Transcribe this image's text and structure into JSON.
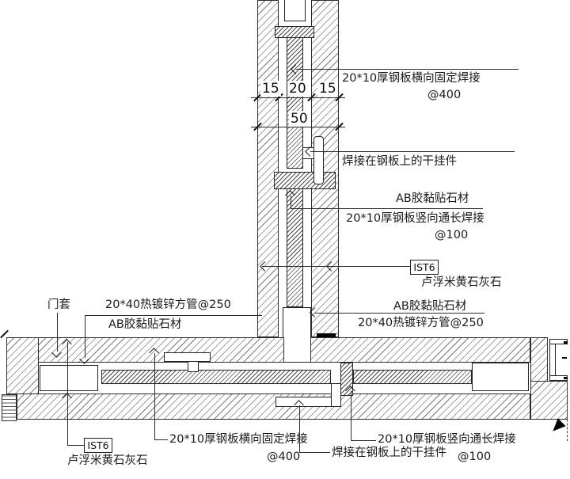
{
  "colors": {
    "line": "#2c2c2c",
    "hatch": "#7a7a7a",
    "text": "#1a1a1a",
    "background": "#ffffff"
  },
  "dims": {
    "d15a": "15",
    "d20": "20",
    "d15b": "15",
    "d50": "50"
  },
  "right": {
    "weld_h1": "20*10厚钢板横向固定焊接",
    "weld_h2": "@400",
    "hanger": "焊接在钢板上的干挂件",
    "ab1": "AB胶黏贴石材",
    "weld_v1": "20*10厚钢板竖向通长焊接",
    "weld_v2": "@100",
    "tag": "IST6",
    "stone": "卢浮米黄石灰石",
    "ab2": "AB胶黏贴石材",
    "tube": "20*40热镀锌方管@250"
  },
  "left": {
    "door": "门套",
    "tube": "20*40热镀锌方管@250",
    "ab": "AB胶黏贴石材"
  },
  "bottom": {
    "tag": "IST6",
    "stone": "卢浮米黄石灰石",
    "weld_h1": "20*10厚钢板横向固定焊接",
    "weld_h2": "@400",
    "weld_v1": "20*10厚钢板竖向通长焊接",
    "weld_v2": "@100",
    "hanger": "焊接在钢板上的干挂件"
  }
}
